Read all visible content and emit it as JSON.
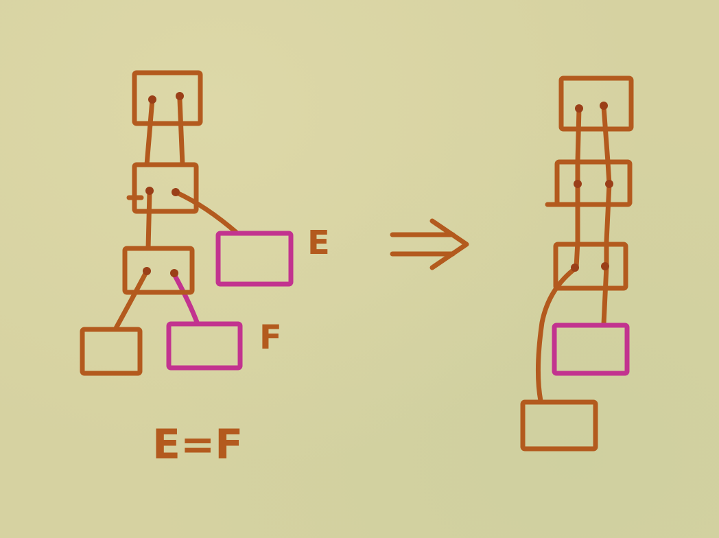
{
  "colors": {
    "paper": "#d6d2a1",
    "orange_ink": "#b35a1e",
    "magenta_ink": "#c2338f",
    "dot_ink": "#9a3f18"
  },
  "labels": {
    "e_label": "E",
    "f_label": "F",
    "equation": "E=F",
    "arrow": "⇒"
  }
}
